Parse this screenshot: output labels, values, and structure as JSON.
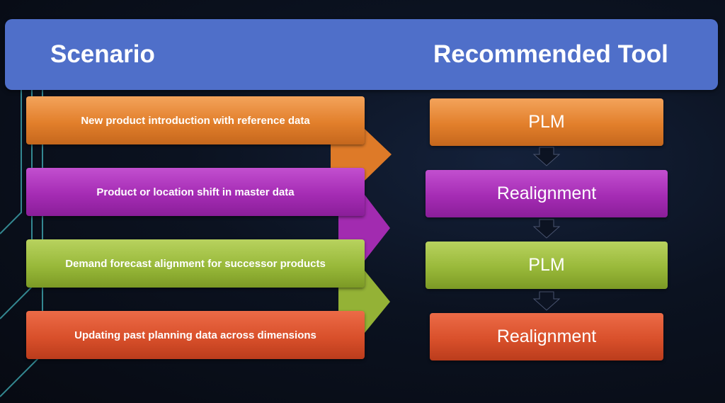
{
  "header": {
    "left_title": "Scenario",
    "right_title": "Recommended Tool"
  },
  "rows": [
    {
      "scenario": "New product introduction with reference data",
      "tool": "PLM",
      "color": "#e27f2b"
    },
    {
      "scenario": "Product or location shift in master data",
      "tool": "Realignment",
      "color": "#a52cb4"
    },
    {
      "scenario": "Demand forecast alignment for successor products",
      "tool": "PLM",
      "color": "#99b93a"
    },
    {
      "scenario": "Updating past planning data across dimensions",
      "tool": "Realignment",
      "color": "#d9502b"
    }
  ]
}
